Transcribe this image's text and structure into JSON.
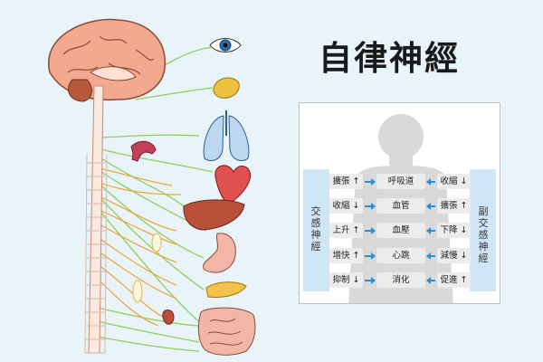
{
  "title": "自律神經",
  "diagram": {
    "left_label": "交感神經",
    "right_label": "副交感神經",
    "rows": [
      {
        "organ": "呼吸道",
        "sympathetic": "擴張 ↑",
        "parasympathetic": "收縮 ↓"
      },
      {
        "organ": "血管",
        "sympathetic": "收縮 ↓",
        "parasympathetic": "擴張 ↑"
      },
      {
        "organ": "血壓",
        "sympathetic": "上升 ↑",
        "parasympathetic": "下降 ↓"
      },
      {
        "organ": "心跳",
        "sympathetic": "增快 ↑",
        "parasympathetic": "減慢 ↓"
      },
      {
        "organ": "消化",
        "sympathetic": "抑制 ↓",
        "parasympathetic": "促進 ↑"
      }
    ]
  },
  "colors": {
    "background": "#e8f3fa",
    "accent": "#2c8fd6",
    "sympathetic_nerve": "#f0a030",
    "parasympathetic_nerve": "#8fcf5a",
    "band": "#cfe6f6"
  }
}
